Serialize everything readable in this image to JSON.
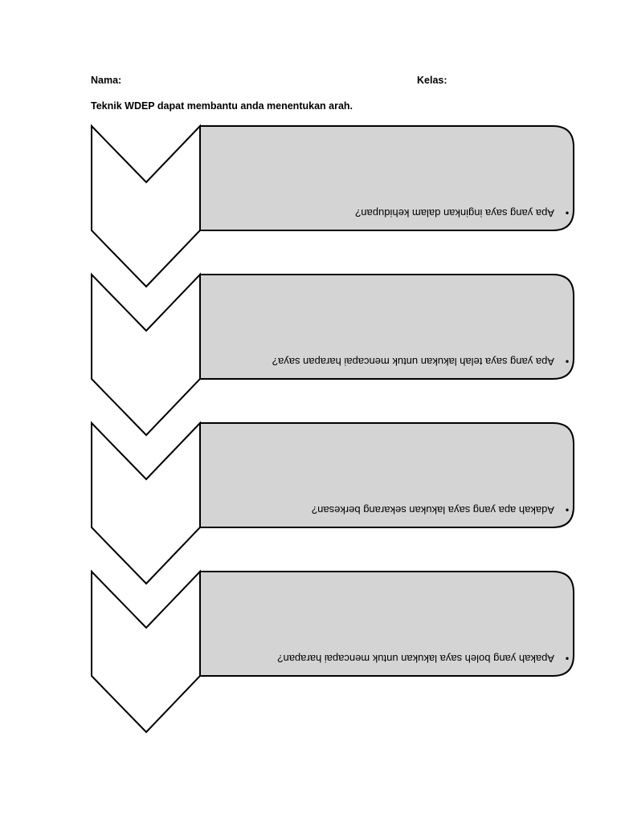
{
  "header": {
    "name_label": "Nama:",
    "class_label": "Kelas:",
    "intro": "Teknik WDEP dapat membantu anda menentukan arah."
  },
  "bullet": "•",
  "colors": {
    "box_fill": "#d4d4d4",
    "chevron_fill": "#ffffff",
    "stroke": "#000000"
  },
  "steps": [
    {
      "text": "Apa yang saya inginkan dalam kehidupan?"
    },
    {
      "text": "Apa yang saya telah lakukan untuk mencapai harapan saya?"
    },
    {
      "text": "Adakah apa yang saya lakukan sekarang berkesan?"
    },
    {
      "text": "Apakah yang boleh saya lakukan untuk mencapai harapan?"
    }
  ]
}
